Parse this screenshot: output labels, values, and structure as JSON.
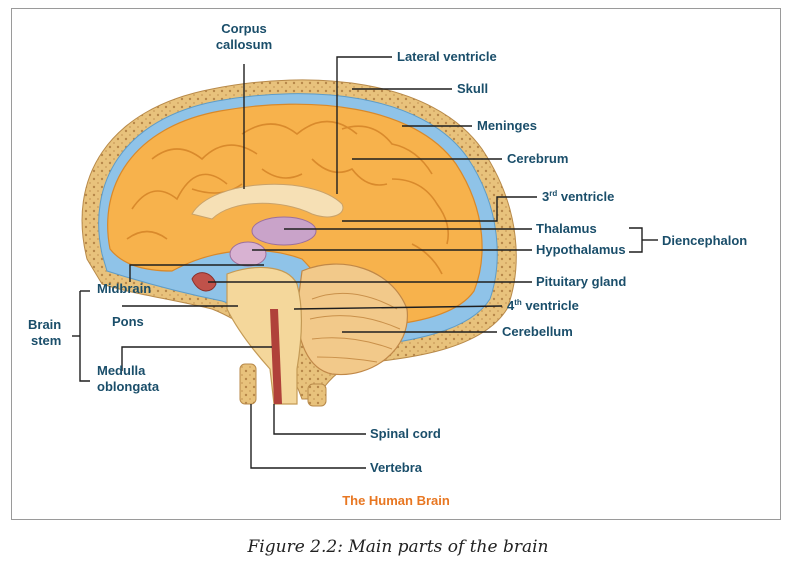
{
  "labels": {
    "corpus_callosum_1": "Corpus",
    "corpus_callosum_2": "callosum",
    "lateral_ventricle": "Lateral ventricle",
    "skull": "Skull",
    "meninges": "Meninges",
    "cerebrum": "Cerebrum",
    "third_ventricle_num": "3",
    "third_ventricle_sup": "rd",
    "third_ventricle_text": " ventricle",
    "thalamus": "Thalamus",
    "hypothalamus": "Hypothalamus",
    "diencephalon": "Diencephalon",
    "pituitary_gland": "Pituitary gland",
    "fourth_ventricle_num": "4",
    "fourth_ventricle_sup": "th",
    "fourth_ventricle_text": " ventricle",
    "cerebellum": "Cerebellum",
    "midbrain": "Midbrain",
    "pons": "Pons",
    "brain_stem_1": "Brain",
    "brain_stem_2": "stem",
    "medulla_1": "Medulla",
    "medulla_2": "oblongata",
    "spinal_cord": "Spinal cord",
    "vertebra": "Vertebra"
  },
  "diagram_title": "The Human Brain",
  "caption": "Figure 2.2: Main parts of the brain",
  "colors": {
    "label_text": "#1a4e6a",
    "title_orange": "#e87722",
    "brain_orange": "#f7b24c",
    "skull_tan": "#e7c07a",
    "meninges_blue": "#8fc3e8",
    "thalamus_purple": "#c9a3c9"
  }
}
